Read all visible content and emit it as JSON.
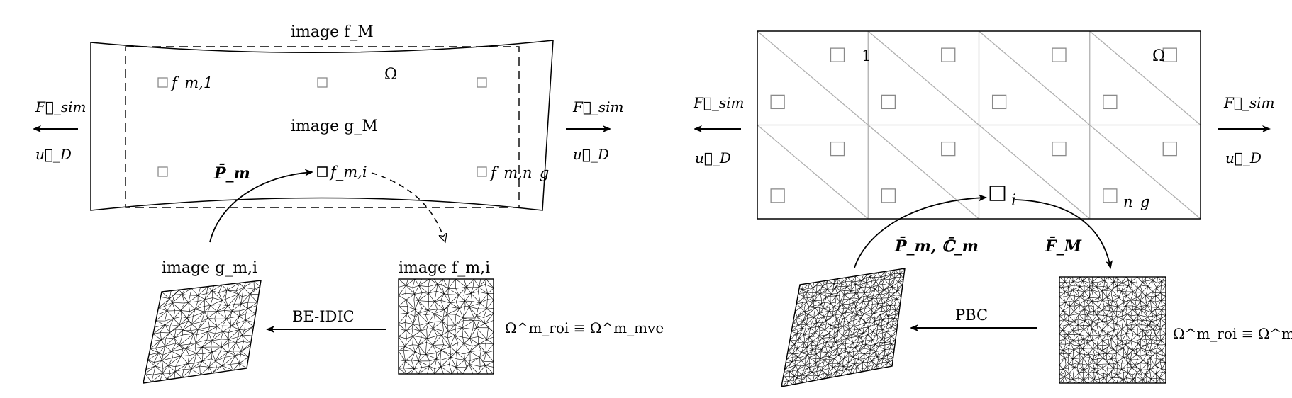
{
  "left_panel": {
    "image_fM_label": "image f_M",
    "image_gM_label": "image g_M",
    "omega_label": "Ω",
    "f_m1_label": "f_m,1",
    "f_mi_label": "f_m,i",
    "f_mng_label": "f_m,n_g",
    "P_m_label": "P̄_m",
    "F_sim_left": "F⃗_sim",
    "u_D_left": "u⃗_D",
    "F_sim_right": "F⃗_sim",
    "u_D_right": "u⃗_D",
    "image_gmi_label": "image g_m,i",
    "image_fmi_label": "image f_m,i",
    "be_idic_label": "BE-IDIC",
    "omega_roi_mve_label": "Ω^m_roi ≡ Ω^m_mve"
  },
  "right_panel": {
    "one_label": "1",
    "omega_label": "Ω",
    "i_label": "i",
    "n_g_label": "n_g",
    "P_C_label": "P̄_m, ℂ̄_m",
    "F_M_label": "F̄_M",
    "F_sim_left": "F⃗_sim",
    "u_D_left": "u⃗_D",
    "F_sim_right": "F⃗_sim",
    "u_D_right": "u⃗_D",
    "pbc_label": "PBC",
    "omega_roi_mve_label": "Ω^m_roi ≡ Ω^m_mve"
  },
  "colors": {
    "line": "#000000",
    "grid": "#b0b0b0",
    "box": "#8a8a8a"
  }
}
